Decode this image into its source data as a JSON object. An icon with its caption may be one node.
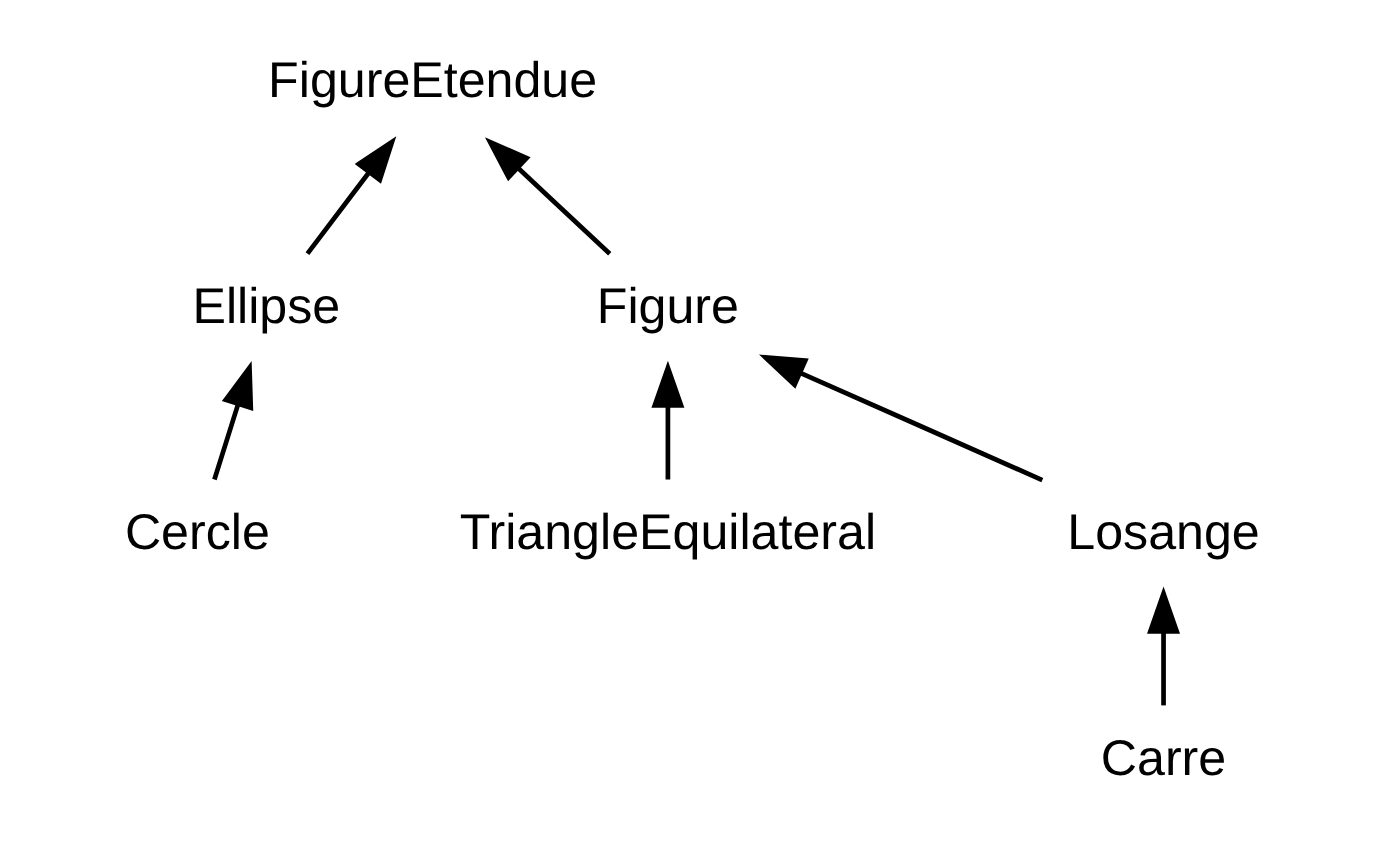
{
  "diagram": {
    "nodes": [
      {
        "text": [
          "FigureEtendue"
        ]
      },
      {
        "text": [
          "Ellipse"
        ]
      },
      {
        "text": [
          "Cercle"
        ]
      },
      {
        "text": [
          "Figure"
        ]
      },
      {
        "text": [
          "TriangleEquilateral"
        ]
      },
      {
        "text": [
          "Losange"
        ]
      },
      {
        "text": [
          "Carre"
        ]
      }
    ],
    "edges": [
      {
        "from": 1,
        "to": 0,
        "arrow": "to"
      },
      {
        "from": 2,
        "to": 1,
        "arrow": "to"
      },
      {
        "from": 3,
        "to": 0,
        "arrow": "to"
      },
      {
        "from": 4,
        "to": 3,
        "arrow": "to"
      },
      {
        "from": 5,
        "to": 3,
        "arrow": "to"
      },
      {
        "from": 6,
        "to": 5,
        "arrow": "to"
      }
    ]
  }
}
